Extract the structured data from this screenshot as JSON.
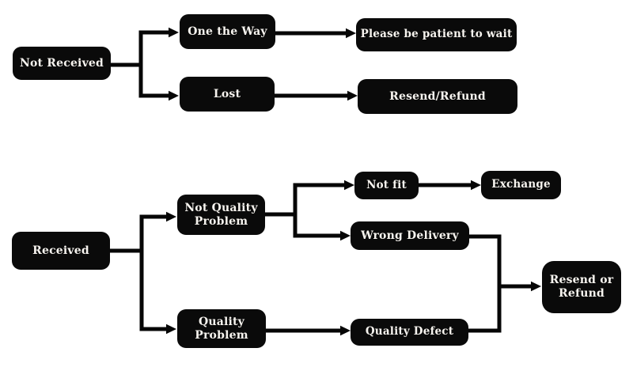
{
  "diagram": {
    "background_color": "#ffffff",
    "node_bg_color": "#0a0a0a",
    "node_text_color": "#f7f4ef",
    "line_color": "#060606",
    "nodes": {
      "not_received": {
        "label": "Not Received"
      },
      "one_the_way": {
        "label": "One the Way"
      },
      "lost": {
        "label": "Lost"
      },
      "please_wait": {
        "label": "Please be patient to wait"
      },
      "resend_refund": {
        "label": "Resend/Refund"
      },
      "received": {
        "label": "Received"
      },
      "not_quality_problem": {
        "label": "Not Quality\nProblem"
      },
      "quality_problem": {
        "label": "Quality\nProblem"
      },
      "not_fit": {
        "label": "Not fit"
      },
      "exchange": {
        "label": "Exchange"
      },
      "wrong_delivery": {
        "label": "Wrong Delivery"
      },
      "quality_defect": {
        "label": "Quality Defect"
      },
      "resend_or_refund": {
        "label": "Resend or\nRefund"
      }
    },
    "edges": [
      {
        "from": "Not Received",
        "to": "One the Way"
      },
      {
        "from": "Not Received",
        "to": "Lost"
      },
      {
        "from": "One the Way",
        "to": "Please be patient to wait"
      },
      {
        "from": "Lost",
        "to": "Resend/Refund"
      },
      {
        "from": "Received",
        "to": "Not Quality Problem"
      },
      {
        "from": "Received",
        "to": "Quality Problem"
      },
      {
        "from": "Not Quality Problem",
        "to": "Not fit"
      },
      {
        "from": "Not Quality Problem",
        "to": "Wrong Delivery"
      },
      {
        "from": "Not fit",
        "to": "Exchange"
      },
      {
        "from": "Quality Problem",
        "to": "Quality Defect"
      },
      {
        "from": "Wrong Delivery",
        "to": "Resend or Refund"
      },
      {
        "from": "Quality Defect",
        "to": "Resend or Refund"
      }
    ]
  }
}
